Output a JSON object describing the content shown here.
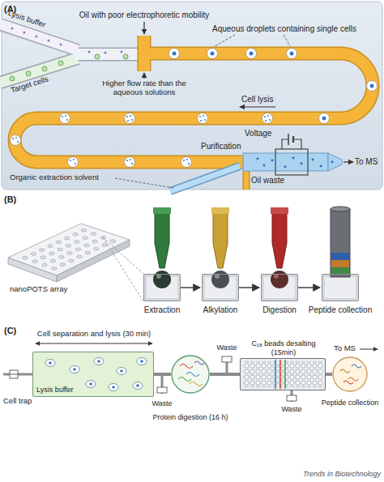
{
  "diagram": {
    "nodes": [
      {
        "text": [
          "nanoPOTS array"
        ]
      },
      {
        "text": [
          "Extraction"
        ]
      },
      {
        "text": [
          "Alkylation"
        ]
      },
      {
        "text": [
          "Digestion"
        ]
      },
      {
        "text": [
          "Peptide collection"
        ]
      },
      {
        "text": [
          "Lysis buffer"
        ]
      },
      {
        "text": [
          "Protein digestion (16 h)"
        ]
      },
      {
        "text": [
          "C₁₈ beads desalting (15min)"
        ]
      },
      {
        "text": [
          "Peptide collection"
        ]
      }
    ],
    "edges": [
      {
        "from": 1,
        "to": 2,
        "arrow": "to"
      },
      {
        "from": 2,
        "to": 3,
        "arrow": "to"
      },
      {
        "from": 3,
        "to": 4,
        "arrow": "to"
      },
      {
        "from": 5,
        "to": 6,
        "arrow": "none"
      },
      {
        "from": 6,
        "to": 7,
        "arrow": "none"
      },
      {
        "from": 7,
        "to": 8,
        "arrow": "none"
      }
    ],
    "labels": [
      "(A)",
      "Lysis buffer",
      "Target cells",
      "Oil with poor electrophoretic mobility",
      "Aqueous droplets containing single cells",
      "Higher flow rate than the aqueous solutions",
      "Cell lysis",
      "Purification",
      "Voltage",
      "To MS",
      "Organic extraction solvent",
      "Oil waste",
      "(B)",
      "(C)",
      "Cell separation and lysis (30 min)",
      "Cell trap",
      "Waste",
      "Waste",
      "Waste",
      "To MS",
      "Trends in Biotechnology"
    ]
  }
}
